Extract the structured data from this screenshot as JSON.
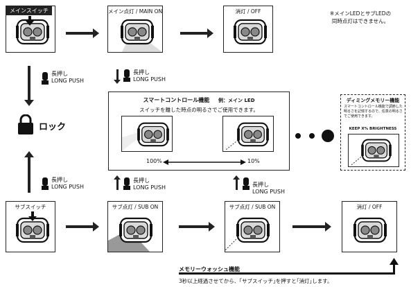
{
  "steps": {
    "main_switch": "メインスイッチ",
    "main_on": "メイン点灯 / MAIN ON",
    "off_top": "消灯 / OFF",
    "sub_switch": "サブスイッチ",
    "sub_on_1": "サブ点灯 / SUB ON",
    "sub_on_2": "サブ点灯 / SUB ON",
    "off_bottom": "消灯 / OFF"
  },
  "note": {
    "line1": "※メインLEDとサブLEDの",
    "line2": "同時点灯はできません。"
  },
  "long_push": {
    "jp": "長押し",
    "en": "LONG PUSH"
  },
  "lock": "ロック",
  "smart_control": {
    "title": "スマートコントロール機能",
    "example": "例：メイン LED",
    "description": "スイッチを離した時点の明るさでご使用できます。",
    "pct_left": "100%",
    "pct_right": "10%"
  },
  "dimming": {
    "title": "ディミングメモリー機能",
    "line1": "スマートコントロール機能で調節した",
    "line2": "明るさを記憶するので、任意の明るさ",
    "line3": "でご使用できます。",
    "keep": "KEEP X% BRIGHTNESS"
  },
  "memory_wash": {
    "title": "メモリーウォッシュ機能",
    "description": "3秒以上経過させてから、｢サブスイッチ｣を押すと｢消灯｣します。"
  }
}
